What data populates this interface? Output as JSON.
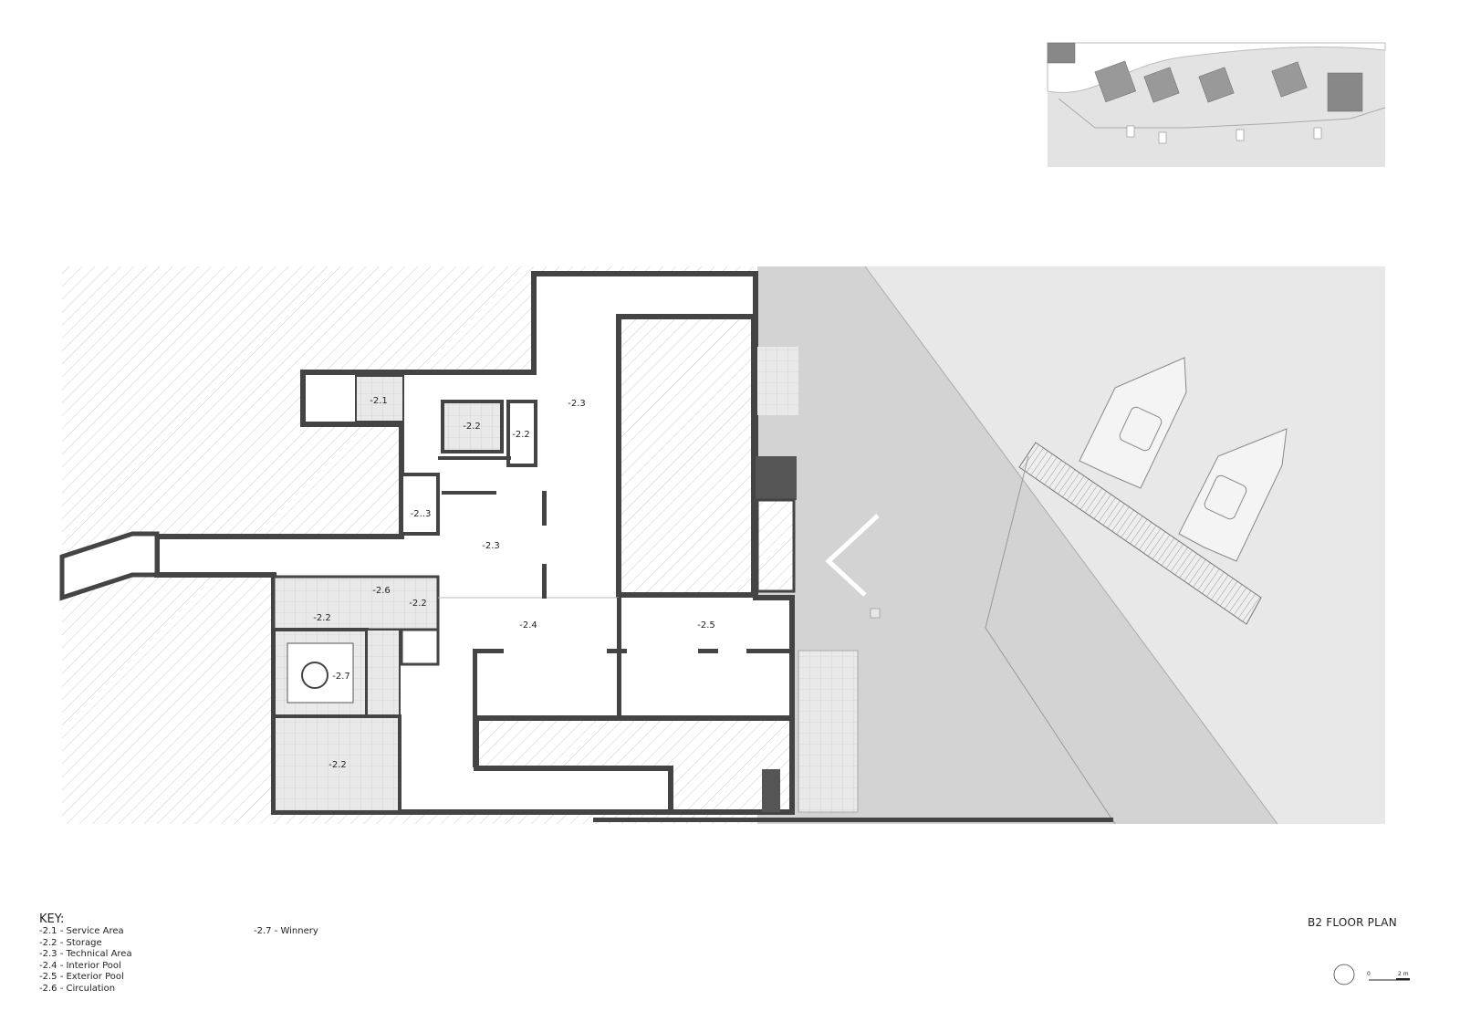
{
  "title": "B2 FLOOR PLAN",
  "key": {
    "heading": "KEY:",
    "items": [
      "-2.1 - Service Area",
      "-2.2 - Storage",
      "-2.3 - Technical Area",
      "-2.4 - Interior Pool",
      "-2.5 - Exterior Pool",
      "-2.6 - Circulation"
    ],
    "items_col2": [
      "-2.7 - Winnery"
    ]
  },
  "rooms": {
    "r21": "-2.1",
    "r22a": "-2.2",
    "r22b": "-2.2",
    "r23a": "-2.3",
    "r23b": "-2..3",
    "r23c": "-2.3",
    "r26": "-2.6",
    "r22c": "-2.2",
    "r22d": "-2.2",
    "r27": "-2.7",
    "r24": "-2.4",
    "r25": "-2.5",
    "r22e": "-2.2"
  },
  "scale": {
    "start": "0",
    "end": "2 m"
  }
}
